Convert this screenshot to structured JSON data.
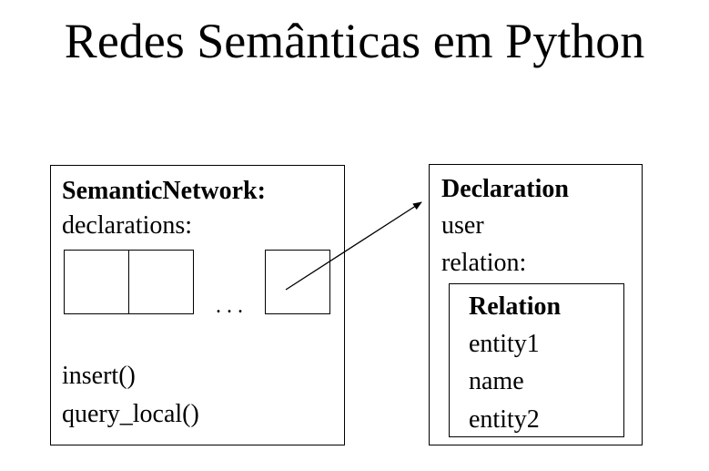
{
  "title": "Redes Semânticas em Python",
  "semantic_network": {
    "name": "SemanticNetwork:",
    "field": "declarations:",
    "ellipsis": ". . .",
    "methods": [
      "insert()",
      "query_local()"
    ]
  },
  "declaration": {
    "name": "Declaration",
    "fields": [
      "user",
      "relation:"
    ]
  },
  "relation": {
    "name": "Relation",
    "fields": [
      "entity1",
      "name",
      "entity2"
    ]
  },
  "colors": {
    "stroke": "#000000",
    "background": "#ffffff"
  }
}
